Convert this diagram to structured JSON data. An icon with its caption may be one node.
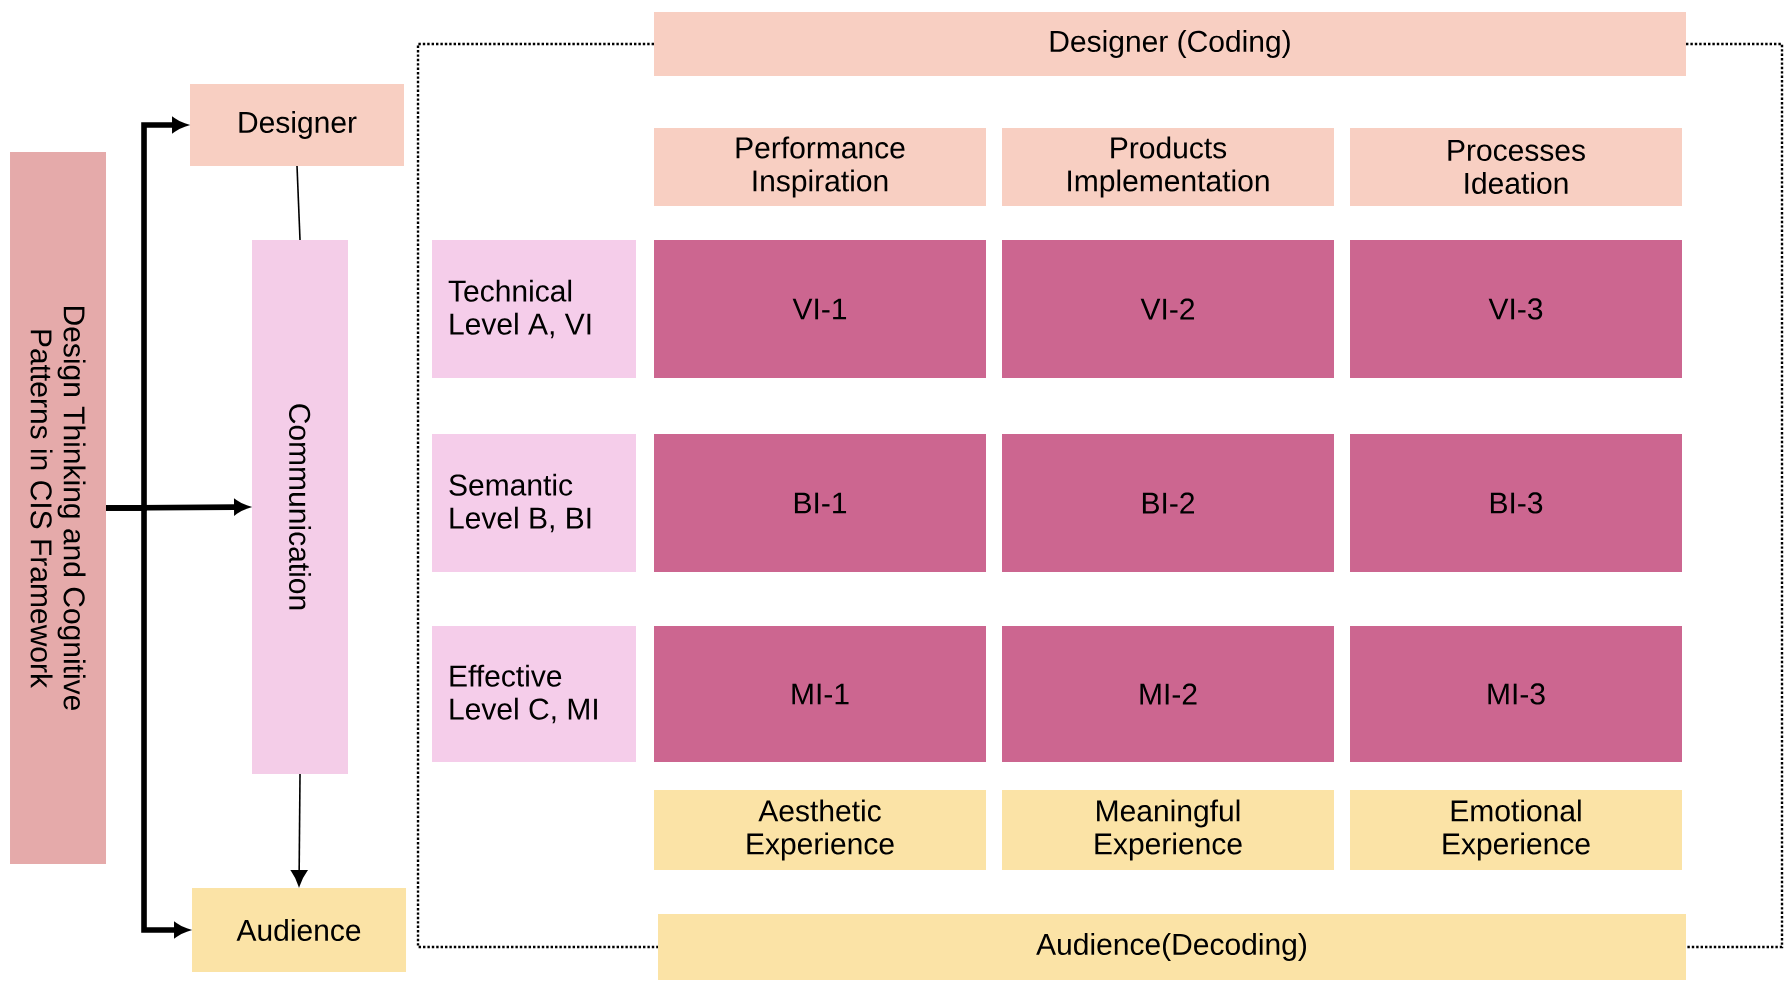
{
  "diagram": {
    "nodes": [
      {
        "text": [
          "Design Thinking and Cognitive Patterns in CIS Framework"
        ]
      },
      {
        "text": [
          "Designer"
        ]
      },
      {
        "text": [
          "Communication"
        ]
      },
      {
        "text": [
          "Audience"
        ]
      },
      {
        "text": [
          "Designer (Coding)"
        ]
      },
      {
        "text": [
          "Performance Inspiration"
        ]
      },
      {
        "text": [
          "Products Implementation"
        ]
      },
      {
        "text": [
          "Processes Ideation"
        ]
      },
      {
        "text": [
          "Technical Level A, VI"
        ]
      },
      {
        "text": [
          "VI-1"
        ]
      },
      {
        "text": [
          "VI-2"
        ]
      },
      {
        "text": [
          "VI-3"
        ]
      },
      {
        "text": [
          "Semantic Level B, BI"
        ]
      },
      {
        "text": [
          "BI-1"
        ]
      },
      {
        "text": [
          "BI-2"
        ]
      },
      {
        "text": [
          "BI-3"
        ]
      },
      {
        "text": [
          "Effective Level C, MI"
        ]
      },
      {
        "text": [
          "MI-1"
        ]
      },
      {
        "text": [
          "MI-2"
        ]
      },
      {
        "text": [
          "MI-3"
        ]
      },
      {
        "text": [
          "Aesthetic Experience"
        ]
      },
      {
        "text": [
          "Meaningful Experience"
        ]
      },
      {
        "text": [
          "Emotional Experience"
        ]
      },
      {
        "text": [
          "Audience(Decoding)"
        ]
      }
    ],
    "edges": [
      {
        "from": 0,
        "to": 1,
        "arrow": "to",
        "style": "thick"
      },
      {
        "from": 0,
        "to": 2,
        "arrow": "to",
        "style": "thick"
      },
      {
        "from": 0,
        "to": 3,
        "arrow": "to",
        "style": "thick"
      },
      {
        "from": 1,
        "to": 2,
        "arrow": "none"
      },
      {
        "from": 2,
        "to": 3,
        "arrow": "to"
      },
      {
        "from": 4,
        "to": 23,
        "arrow": "none",
        "style": "dashed"
      },
      {
        "from": 4,
        "to": 23,
        "arrow": "none",
        "style": "dashed"
      }
    ]
  }
}
